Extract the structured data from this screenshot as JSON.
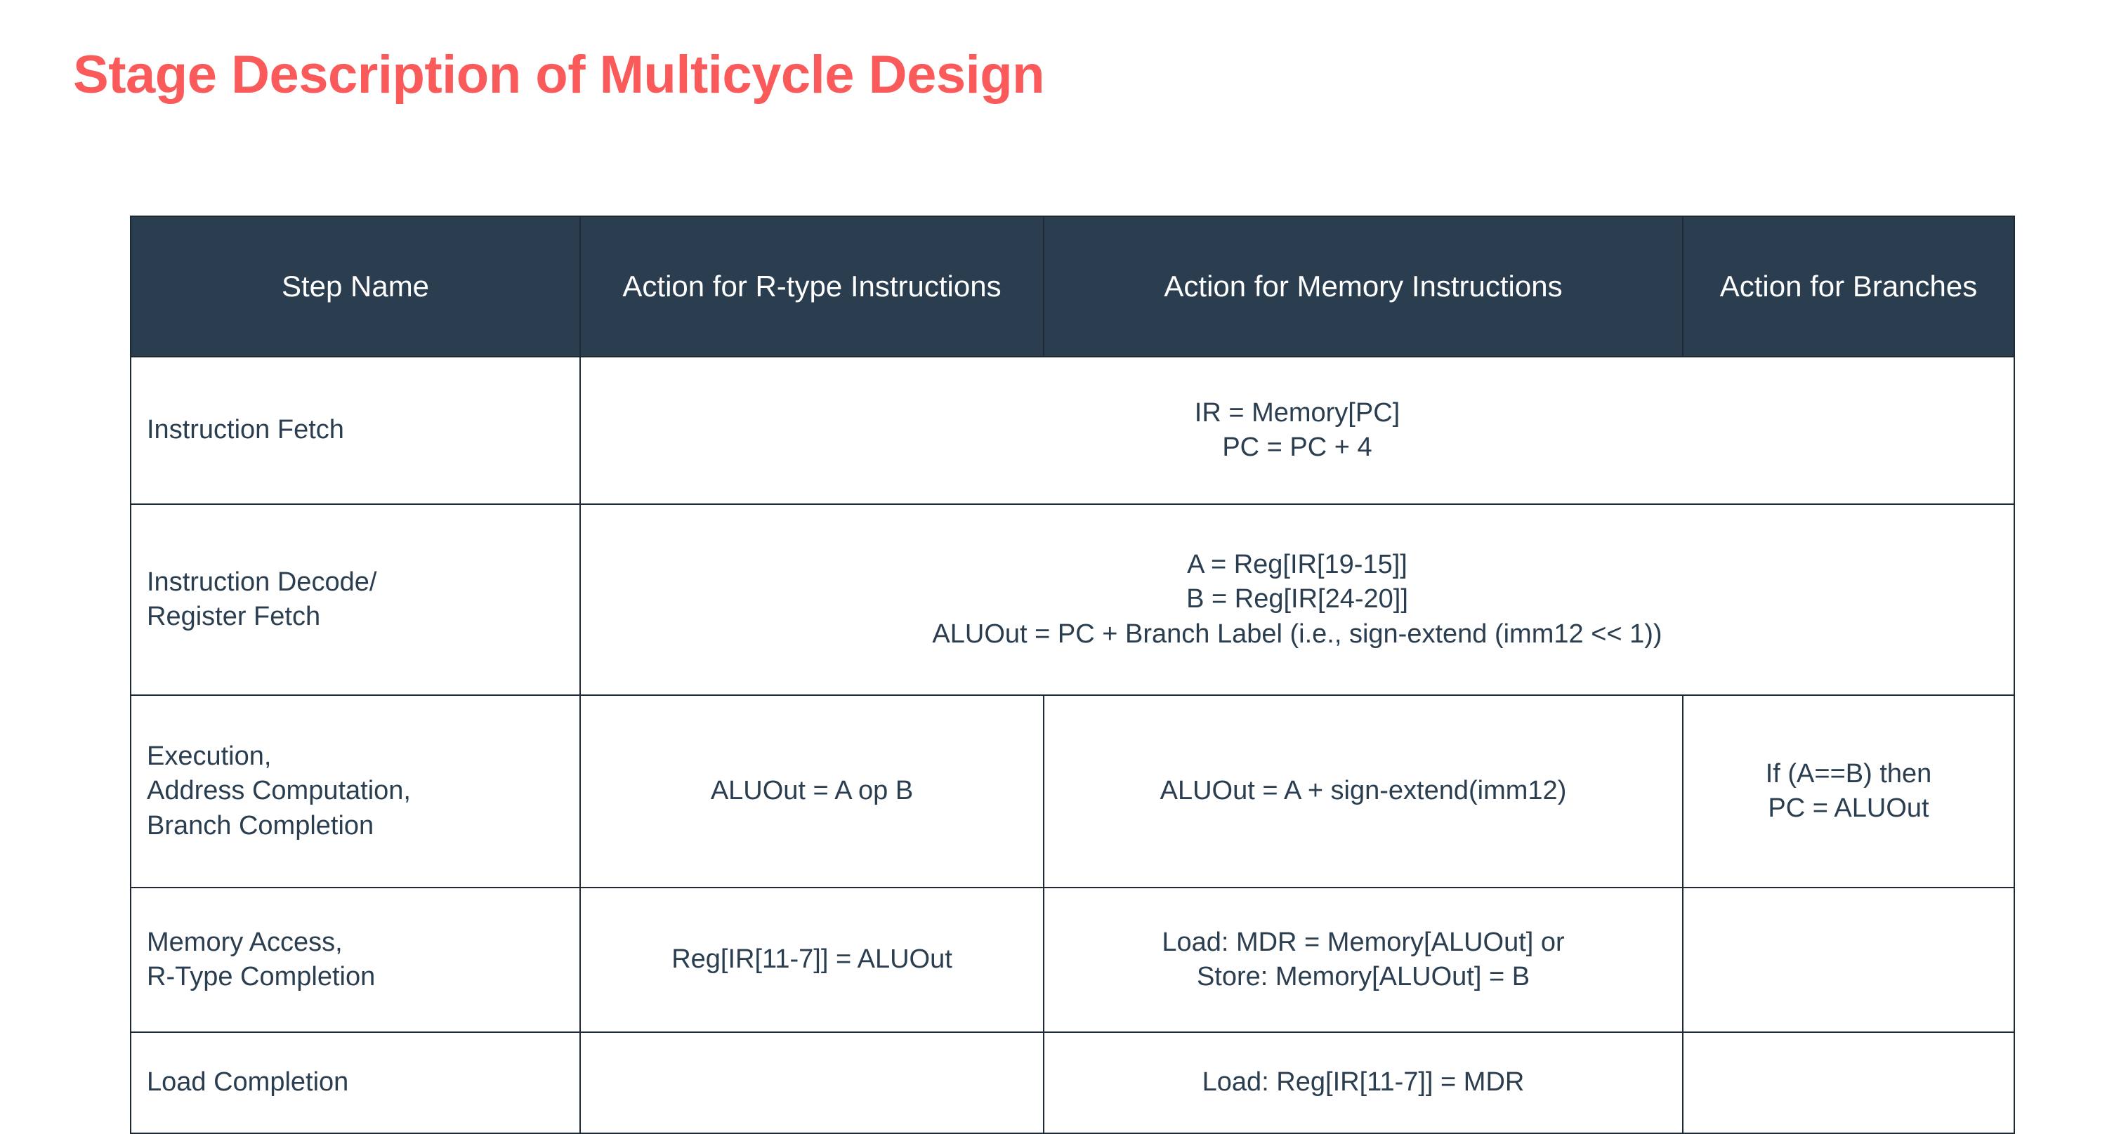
{
  "slide": {
    "title": "Stage Description of Multicycle Design",
    "title_color": "#FA5A5A",
    "header_bg_color": "#2B3E50",
    "body_text_color": "#2B3E50",
    "border_color": "#1D2A36",
    "background_color": "#FFFFFF"
  },
  "table": {
    "headers": {
      "step_name": "Step Name",
      "rtype": "Action for R-type Instructions",
      "memory": "Action for Memory Instructions",
      "branches": "Action for Branches"
    },
    "rows": [
      {
        "step_name": "Instruction Fetch",
        "merged": true,
        "merged_action": "IR = Memory[PC]\nPC = PC + 4",
        "rtype": "",
        "memory": "",
        "branches": ""
      },
      {
        "step_name": "Instruction Decode/\nRegister Fetch",
        "merged": true,
        "merged_action": "A = Reg[IR[19-15]]\nB = Reg[IR[24-20]]\nALUOut = PC + Branch Label (i.e., sign-extend (imm12 << 1))",
        "rtype": "",
        "memory": "",
        "branches": ""
      },
      {
        "step_name": "Execution,\nAddress Computation,\nBranch Completion",
        "merged": false,
        "merged_action": "",
        "rtype": "ALUOut = A op B",
        "memory": "ALUOut = A + sign-extend(imm12)",
        "branches": "If (A==B) then\nPC = ALUOut"
      },
      {
        "step_name": "Memory Access,\nR-Type Completion",
        "merged": false,
        "merged_action": "",
        "rtype": "Reg[IR[11-7]] = ALUOut",
        "memory": "Load: MDR = Memory[ALUOut] or\nStore: Memory[ALUOut] = B",
        "branches": ""
      },
      {
        "step_name": "Load Completion",
        "merged": false,
        "merged_action": "",
        "rtype": "",
        "memory": "Load: Reg[IR[11-7]] = MDR",
        "branches": ""
      }
    ]
  }
}
